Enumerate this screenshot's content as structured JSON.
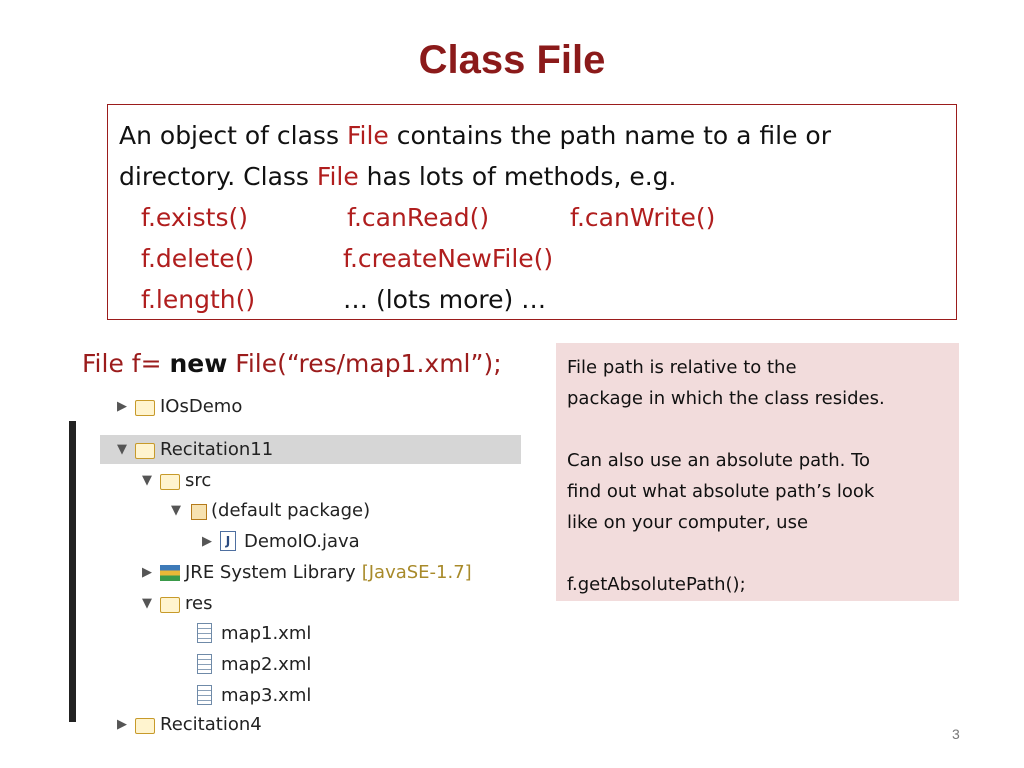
{
  "slide": {
    "title": "Class File",
    "page_number": "3"
  },
  "description_box": {
    "line1_pre": "An object of class ",
    "line1_class": "File",
    "line1_post": " contains the path name to a file or",
    "line2_pre": "directory. Class ",
    "line2_class": "File",
    "line2_post": " has lots of methods, e.g.",
    "methods_row1": [
      "f.exists()",
      "f.canRead()",
      "f.canWrite()"
    ],
    "methods_row2": [
      "f.delete()",
      "f.createNewFile()"
    ],
    "methods_row3": [
      "f.length()",
      "… (lots more) …"
    ]
  },
  "code_line": {
    "prefix": "File f= ",
    "keyword": "new",
    "suffix": " File(“res/map1.xml”);"
  },
  "note_box": {
    "lines": [
      "File path is relative to the",
      "package in which the class resides.",
      "",
      "Can also use an absolute path. To",
      "find out what absolute path’s look",
      "like on your computer, use",
      "",
      "f.getAbsolutePath();"
    ]
  },
  "project_tree": {
    "cut_top": "IOsDemo",
    "project": "Recitation11",
    "src": "src",
    "default_package": "(default package)",
    "java_file": "DemoIO.java",
    "jre_library": "JRE System Library",
    "jre_version": "[JavaSE-1.7]",
    "res": "res",
    "xml_files": [
      "map1.xml",
      "map2.xml",
      "map3.xml"
    ],
    "cut_bottom": "Recitation4"
  }
}
